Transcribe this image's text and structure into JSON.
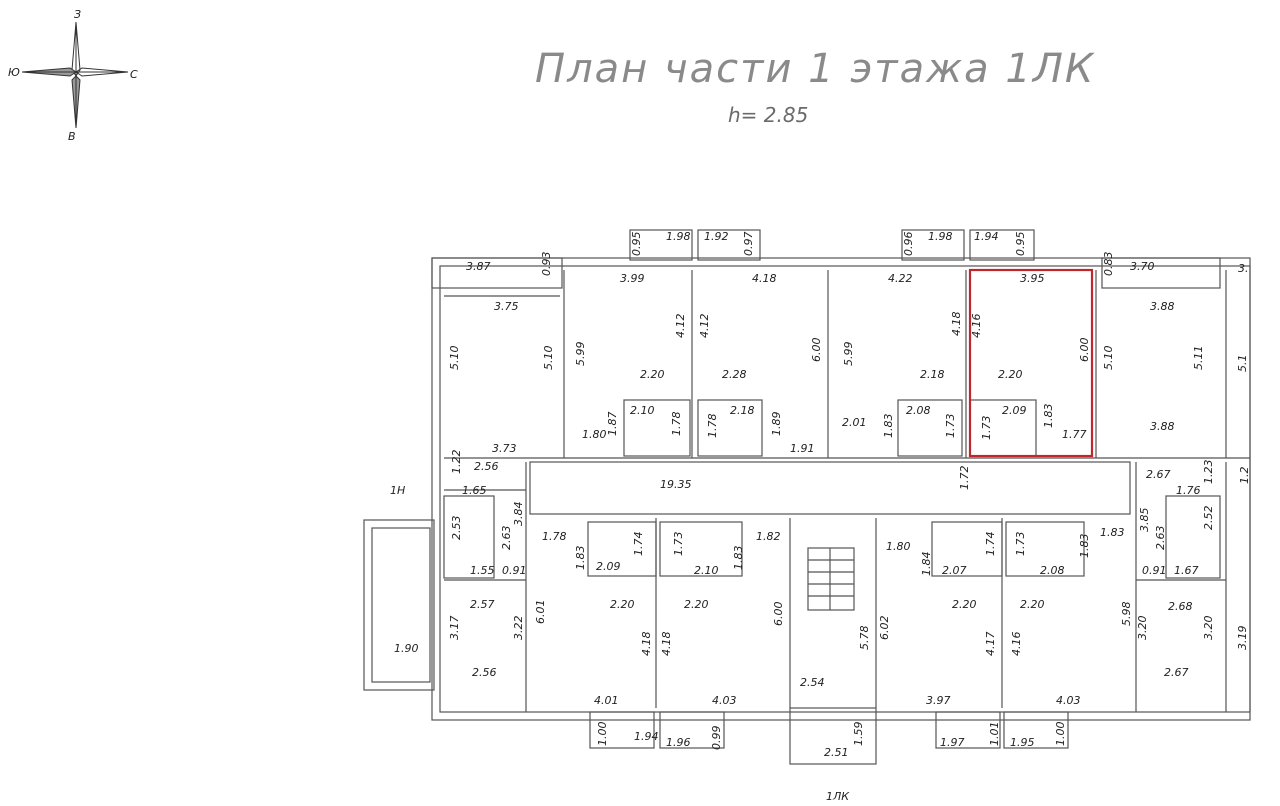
{
  "plan": {
    "title": "План части 1 этажа 1ЛК",
    "height_note": "h= 2.85",
    "entrance_label": "1ЛК",
    "annex_label": "1Н",
    "highlight_color": "#c0262b"
  },
  "compass": {
    "north": "З",
    "south": "В",
    "east": "С",
    "west": "Ю"
  },
  "dims": [
    {
      "id": "d-387",
      "t": "3.87"
    },
    {
      "id": "d-093a",
      "t": "0.93"
    },
    {
      "id": "d-095a",
      "t": "0.95"
    },
    {
      "id": "d-198a",
      "t": "1.98"
    },
    {
      "id": "d-192",
      "t": "1.92"
    },
    {
      "id": "d-097",
      "t": "0.97"
    },
    {
      "id": "d-096",
      "t": "0.96"
    },
    {
      "id": "d-198b",
      "t": "1.98"
    },
    {
      "id": "d-194a",
      "t": "1.94"
    },
    {
      "id": "d-095b",
      "t": "0.95"
    },
    {
      "id": "d-083",
      "t": "0.83"
    },
    {
      "id": "d-370",
      "t": "3.70"
    },
    {
      "id": "d-3edge",
      "t": "3."
    },
    {
      "id": "d-375",
      "t": "3.75"
    },
    {
      "id": "d-399",
      "t": "3.99"
    },
    {
      "id": "d-418a",
      "t": "4.18"
    },
    {
      "id": "d-422",
      "t": "4.22"
    },
    {
      "id": "d-395",
      "t": "3.95"
    },
    {
      "id": "d-388a",
      "t": "3.88"
    },
    {
      "id": "d-510a",
      "t": "5.10"
    },
    {
      "id": "d-510b",
      "t": "5.10"
    },
    {
      "id": "d-599a",
      "t": "5.99"
    },
    {
      "id": "d-412a",
      "t": "4.12"
    },
    {
      "id": "d-220a",
      "t": "2.20"
    },
    {
      "id": "d-412b",
      "t": "4.12"
    },
    {
      "id": "d-228",
      "t": "2.28"
    },
    {
      "id": "d-600a",
      "t": "6.00"
    },
    {
      "id": "d-599b",
      "t": "5.99"
    },
    {
      "id": "d-218a",
      "t": "2.18"
    },
    {
      "id": "d-418b",
      "t": "4.18"
    },
    {
      "id": "d-416a",
      "t": "4.16"
    },
    {
      "id": "d-220b",
      "t": "2.20"
    },
    {
      "id": "d-600b",
      "t": "6.00"
    },
    {
      "id": "d-510c",
      "t": "5.10"
    },
    {
      "id": "d-511",
      "t": "5.11"
    },
    {
      "id": "d-5edge",
      "t": "5.1"
    },
    {
      "id": "d-210a",
      "t": "2.10"
    },
    {
      "id": "d-218b",
      "t": "2.18"
    },
    {
      "id": "d-208a",
      "t": "2.08"
    },
    {
      "id": "d-209a",
      "t": "2.09"
    },
    {
      "id": "d-180a",
      "t": "1.80"
    },
    {
      "id": "d-187",
      "t": "1.87"
    },
    {
      "id": "d-178a",
      "t": "1.78"
    },
    {
      "id": "d-178b",
      "t": "1.78"
    },
    {
      "id": "d-189",
      "t": "1.89"
    },
    {
      "id": "d-201",
      "t": "2.01"
    },
    {
      "id": "d-183a",
      "t": "1.83"
    },
    {
      "id": "d-173a",
      "t": "1.73"
    },
    {
      "id": "d-173b",
      "t": "1.73"
    },
    {
      "id": "d-183b",
      "t": "1.83"
    },
    {
      "id": "d-177",
      "t": "1.77"
    },
    {
      "id": "d-388b",
      "t": "3.88"
    },
    {
      "id": "d-373",
      "t": "3.73"
    },
    {
      "id": "d-191",
      "t": "1.91"
    },
    {
      "id": "d-122",
      "t": "1.22"
    },
    {
      "id": "d-256a",
      "t": "2.56"
    },
    {
      "id": "d-165",
      "t": "1.65"
    },
    {
      "id": "d-1935",
      "t": "19.35"
    },
    {
      "id": "d-172",
      "t": "1.72"
    },
    {
      "id": "d-267a",
      "t": "2.67"
    },
    {
      "id": "d-176",
      "t": "1.76"
    },
    {
      "id": "d-123",
      "t": "1.23"
    },
    {
      "id": "d-12edge",
      "t": "1.2"
    },
    {
      "id": "d-253",
      "t": "2.53"
    },
    {
      "id": "d-263a",
      "t": "2.63"
    },
    {
      "id": "d-384",
      "t": "3.84"
    },
    {
      "id": "d-155",
      "t": "1.55"
    },
    {
      "id": "d-091a",
      "t": "0.91"
    },
    {
      "id": "d-385",
      "t": "3.85"
    },
    {
      "id": "d-263b",
      "t": "2.63"
    },
    {
      "id": "d-252",
      "t": "2.52"
    },
    {
      "id": "d-091b",
      "t": "0.91"
    },
    {
      "id": "d-167",
      "t": "1.67"
    },
    {
      "id": "d-178c",
      "t": "1.78"
    },
    {
      "id": "d-183c",
      "t": "1.83"
    },
    {
      "id": "d-174a",
      "t": "1.74"
    },
    {
      "id": "d-209b",
      "t": "2.09"
    },
    {
      "id": "d-173c",
      "t": "1.73"
    },
    {
      "id": "d-182",
      "t": "1.82"
    },
    {
      "id": "d-210b",
      "t": "2.10"
    },
    {
      "id": "d-183d",
      "t": "1.83"
    },
    {
      "id": "d-180b",
      "t": "1.80"
    },
    {
      "id": "d-174b",
      "t": "1.74"
    },
    {
      "id": "d-184",
      "t": "1.84"
    },
    {
      "id": "d-207",
      "t": "2.07"
    },
    {
      "id": "d-173d",
      "t": "1.73"
    },
    {
      "id": "d-183e",
      "t": "1.83"
    },
    {
      "id": "d-208b",
      "t": "2.08"
    },
    {
      "id": "d-183f",
      "t": "1.83"
    },
    {
      "id": "d-257",
      "t": "2.57"
    },
    {
      "id": "d-317",
      "t": "3.17"
    },
    {
      "id": "d-322",
      "t": "3.22"
    },
    {
      "id": "d-601",
      "t": "6.01"
    },
    {
      "id": "d-220c",
      "t": "2.20"
    },
    {
      "id": "d-418c",
      "t": "4.18"
    },
    {
      "id": "d-418d",
      "t": "4.18"
    },
    {
      "id": "d-220d",
      "t": "2.20"
    },
    {
      "id": "d-600c",
      "t": "6.00"
    },
    {
      "id": "d-578",
      "t": "5.78"
    },
    {
      "id": "d-602",
      "t": "6.02"
    },
    {
      "id": "d-220e",
      "t": "2.20"
    },
    {
      "id": "d-417",
      "t": "4.17"
    },
    {
      "id": "d-416b",
      "t": "4.16"
    },
    {
      "id": "d-220f",
      "t": "2.20"
    },
    {
      "id": "d-598",
      "t": "5.98"
    },
    {
      "id": "d-320a",
      "t": "3.20"
    },
    {
      "id": "d-268",
      "t": "2.68"
    },
    {
      "id": "d-320b",
      "t": "3.20"
    },
    {
      "id": "d-319",
      "t": "3.19"
    },
    {
      "id": "d-190",
      "t": "1.90"
    },
    {
      "id": "d-256b",
      "t": "2.56"
    },
    {
      "id": "d-254",
      "t": "2.54"
    },
    {
      "id": "d-267b",
      "t": "2.67"
    },
    {
      "id": "d-401",
      "t": "4.01"
    },
    {
      "id": "d-403a",
      "t": "4.03"
    },
    {
      "id": "d-397",
      "t": "3.97"
    },
    {
      "id": "d-403b",
      "t": "4.03"
    },
    {
      "id": "d-100a",
      "t": "1.00"
    },
    {
      "id": "d-194b",
      "t": "1.94"
    },
    {
      "id": "d-196",
      "t": "1.96"
    },
    {
      "id": "d-099",
      "t": "0.99"
    },
    {
      "id": "d-159",
      "t": "1.59"
    },
    {
      "id": "d-251",
      "t": "2.51"
    },
    {
      "id": "d-197",
      "t": "1.97"
    },
    {
      "id": "d-101",
      "t": "1.01"
    },
    {
      "id": "d-195",
      "t": "1.95"
    },
    {
      "id": "d-100b",
      "t": "1.00"
    }
  ]
}
